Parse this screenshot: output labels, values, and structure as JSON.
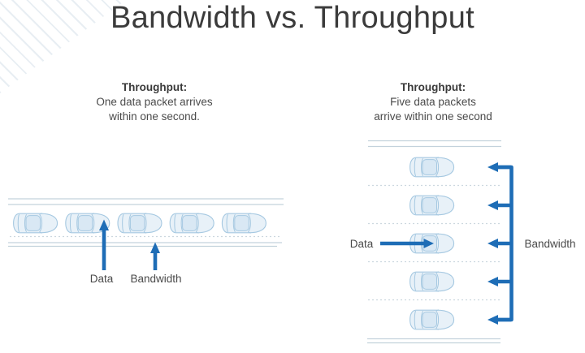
{
  "title": "Bandwidth vs. Throughput",
  "colors": {
    "title_text": "#3b3b3b",
    "body_text": "#4a4a4a",
    "arrow_blue": "#1e6db6",
    "road_line": "#c3d2dc",
    "lane_dash": "#ccd7df",
    "car_fill": "#e8f1f8",
    "car_roof_fill": "#d9e8f4",
    "car_outline": "#a5c8e1"
  },
  "left_panel": {
    "heading": "Throughput:",
    "caption_line1": "One data packet arrives",
    "caption_line2": "within one second.",
    "data_label": "Data",
    "bandwidth_label": "Bandwidth",
    "car_count": 5,
    "lane_count": 1
  },
  "right_panel": {
    "heading": "Throughput:",
    "caption_line1": "Five data packets",
    "caption_line2": "arrive within one second",
    "data_label": "Data",
    "bandwidth_label": "Bandwidth",
    "car_count": 5,
    "lane_count": 5
  },
  "icons": {
    "data_packet": "car-top-view-icon",
    "data_pointer": "blue-arrow-icon",
    "bandwidth_pointer": "blue-bracket-arrows-icon"
  }
}
